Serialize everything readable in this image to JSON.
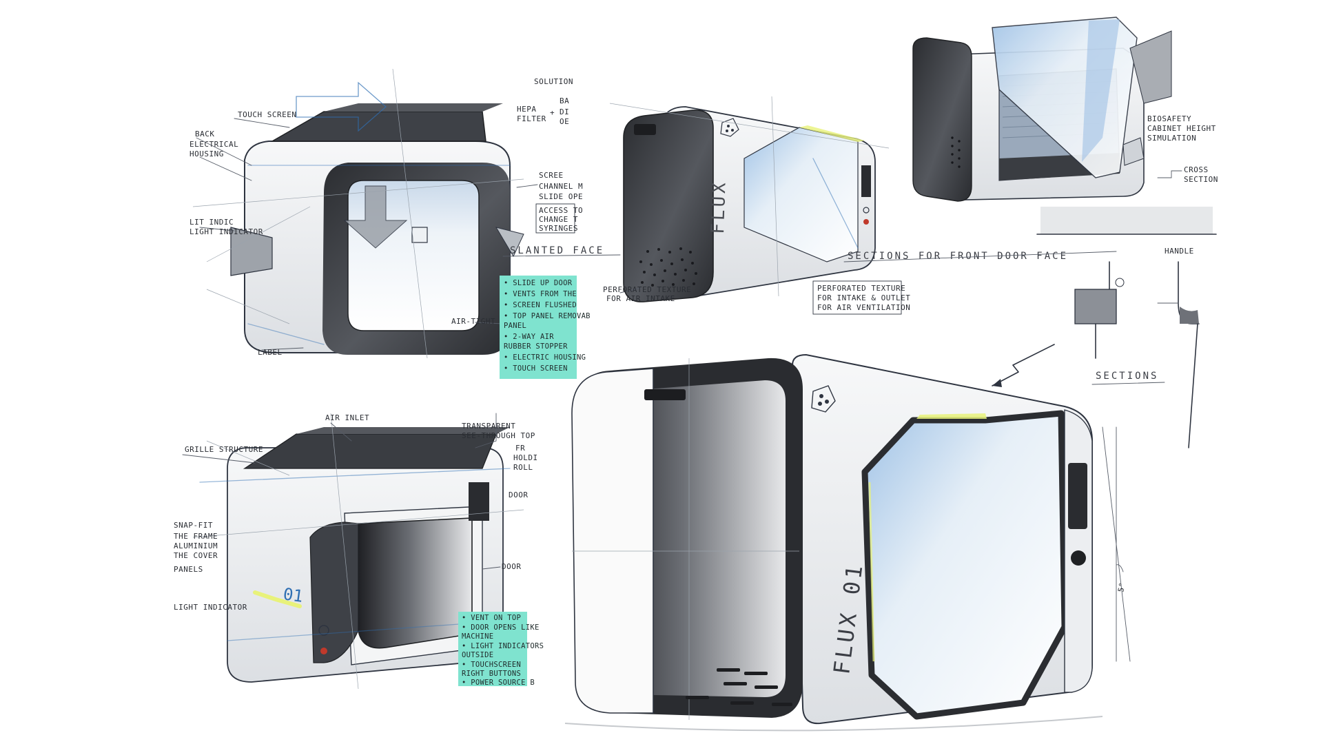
{
  "colors": {
    "paper": "#ffffff",
    "marker_dark": "#3b3e44",
    "blue_pencil": "#2f6fb3",
    "sticky_note": "#7fe3cf",
    "accent_yellow": "#e8f27a"
  },
  "sketch1": {
    "labels": {
      "touch_screen": "TOUCH SCREEN",
      "back": "BACK",
      "electrical": "ELECTRICAL",
      "housing": "HOUSING",
      "lit_indicator": "LIT INDIC",
      "light_indicator": "LIGHT INDICATOR",
      "label": "LABEL",
      "air_tight": "AIR-TIGHT",
      "screen": "SCREE",
      "channel": "CHANNEL M",
      "slides": "SLIDE OPE",
      "access": "ACCESS TO",
      "change": "CHANGE T",
      "syringes": "SYRINGES",
      "slanted_face": "SLANTED FACE",
      "solution": "SOLUTION",
      "hepa": "HEPA",
      "filter": "FILTER",
      "ba": "BA",
      "di": "DI",
      "oe": "OE"
    },
    "notes": [
      "• SLIDE UP DOOR",
      "• VENTS FROM THE",
      "• SCREEN FLUSHED",
      "• TOP PANEL REMOVAB",
      "  PANEL",
      "• 2-WAY AIR",
      "  RUBBER STOPPER",
      "• ELECTRIC HOUSING",
      "• TOUCH SCREEN"
    ]
  },
  "sketch2": {
    "brand": "FLUX",
    "labels": {
      "perforated_texture": "PERFORATED TEXTURE",
      "air_intake": "FOR AIR INTAKE",
      "perforated_note_1": "PERFORATED TEXTURE",
      "perforated_note_2": "FOR INTAKE & OUTLET",
      "perforated_note_3": "FOR AIR VENTILATION",
      "sections_front": "SECTIONS FOR FRONT DOOR FACE"
    }
  },
  "sketch3": {
    "labels": {
      "biosafety": "BIOSAFETY",
      "cabinet_height": "CABINET HEIGHT",
      "simulation": "SIMULATION",
      "cross": "CROSS",
      "section": "SECTION",
      "handle": "HANDLE",
      "sections": "SECTIONS"
    }
  },
  "sketch4": {
    "brand": "01",
    "labels": {
      "air_inlet": "AIR INLET",
      "transparent": "TRANSPARENT",
      "see_through": "SEE-THROUGH TOP",
      "grille": "GRILLE STRUCTURE",
      "fr": "FR",
      "holdi": "HOLDI",
      "roll": "ROLL",
      "door_top": "DOOR",
      "snap_fit": "SNAP-FIT",
      "the_frame": "THE FRAME",
      "aluminium": "ALUMINIUM",
      "the_cover": "THE COVER",
      "panels": "PANELS",
      "light_indicator": "LIGHT INDICATOR",
      "door": "DOOR"
    },
    "notes": [
      "• VENT ON TOP",
      "• DOOR OPENS LIKE",
      "  MACHINE",
      "• LIGHT INDICATORS",
      "  OUTSIDE",
      "• TOUCHSCREEN",
      "  RIGHT BUTTONS",
      "• POWER SOURCE B"
    ]
  },
  "sketch5": {
    "brand": "FLUX 01",
    "angle": "5°"
  }
}
